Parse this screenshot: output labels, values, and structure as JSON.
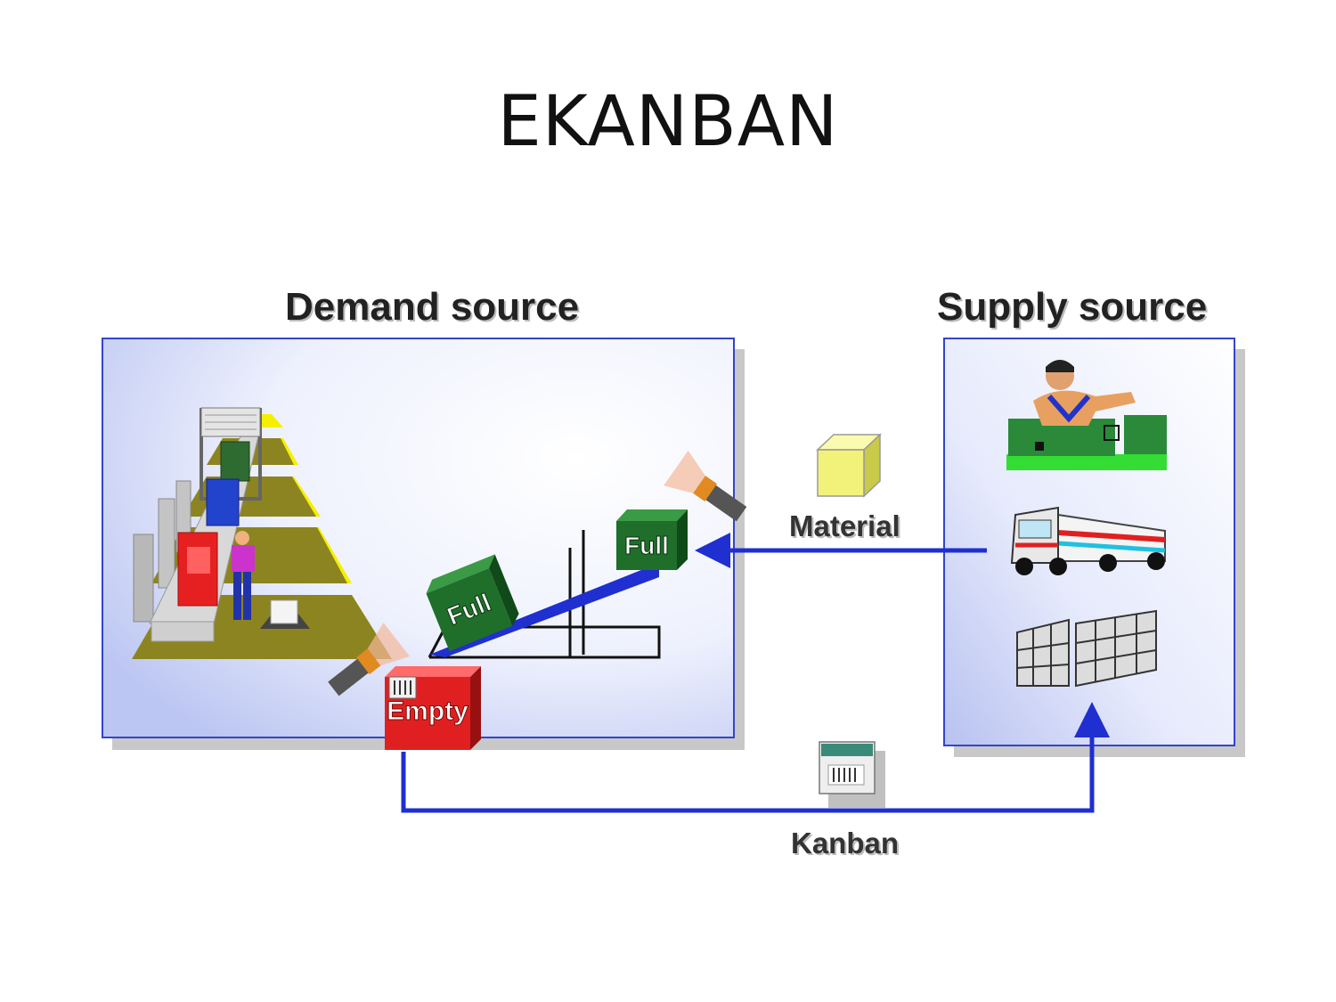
{
  "title": "EKANBAN",
  "demand": {
    "heading": "Demand source"
  },
  "supply": {
    "heading": "Supply source"
  },
  "containers": {
    "full_label": "Full",
    "empty_label": "Empty"
  },
  "flows": {
    "material_label": "Material",
    "kanban_label": "Kanban"
  },
  "colors": {
    "panel_border": "#3344cc",
    "arrow": "#1f2fd0",
    "full_box": "#1f6e2a",
    "empty_box": "#e02020",
    "material_box": "#f2f27a",
    "platform": "#8c8420",
    "platform_edge": "#f5f000"
  }
}
